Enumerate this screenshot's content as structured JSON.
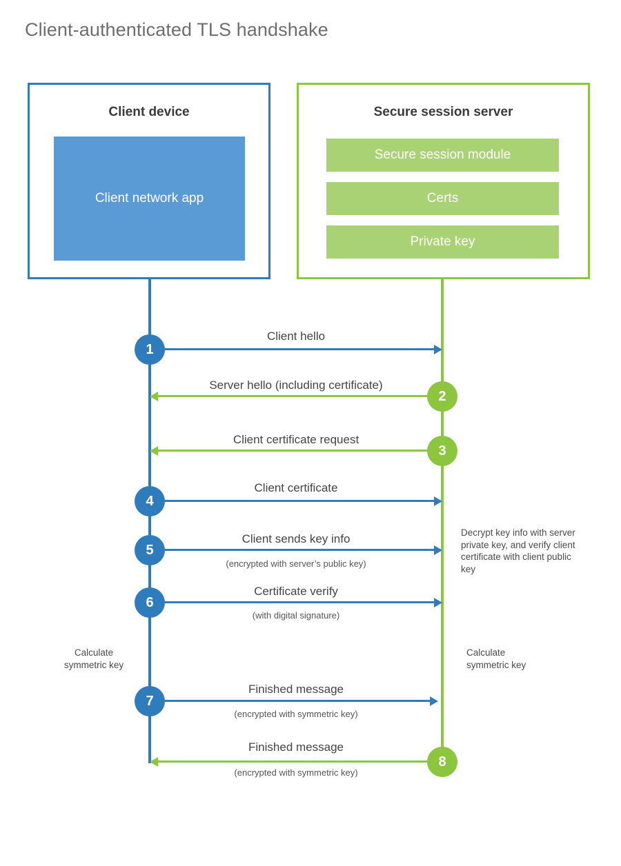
{
  "title": "Client-authenticated TLS handshake",
  "colors": {
    "blue": "#2f7cbd",
    "green": "#8cc63f",
    "light_green": "#a9d275",
    "client_app_blue": "#5b9bd5",
    "title_gray": "#6e6e6e",
    "text_gray": "#444444",
    "background": "#ffffff"
  },
  "actors": {
    "client": {
      "title": "Client device",
      "app_label": "Client network app"
    },
    "server": {
      "title": "Secure session server",
      "components": [
        "Secure session module",
        "Certs",
        "Private key"
      ]
    }
  },
  "steps": [
    {
      "number": "1",
      "label": "Client hello",
      "sub": "",
      "direction": "right",
      "color": "blue"
    },
    {
      "number": "2",
      "label": "Server hello (including certificate)",
      "sub": "",
      "direction": "left",
      "color": "green"
    },
    {
      "number": "3",
      "label": "Client certificate request",
      "sub": "",
      "direction": "left",
      "color": "green"
    },
    {
      "number": "4",
      "label": "Client certificate",
      "sub": "",
      "direction": "right",
      "color": "blue"
    },
    {
      "number": "5",
      "label": "Client sends key info",
      "sub": "(encrypted with server’s public key)",
      "direction": "right",
      "color": "blue"
    },
    {
      "number": "6",
      "label": "Certificate verify",
      "sub": "(with digital signature)",
      "direction": "right",
      "color": "blue"
    },
    {
      "number": "7",
      "label": "Finished message",
      "sub": "(encrypted with symmetric key)",
      "direction": "right",
      "color": "blue"
    },
    {
      "number": "8",
      "label": "Finished message",
      "sub": "(encrypted with symmetric key)",
      "direction": "left",
      "color": "green"
    }
  ],
  "notes": {
    "server_decrypt": "Decrypt key info with server private key, and verify client certificate with client public key",
    "client_calculate": "Calculate symmetric key",
    "server_calculate": "Calculate symmetric key"
  }
}
